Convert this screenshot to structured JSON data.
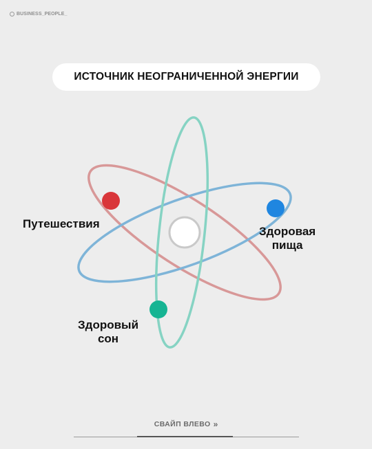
{
  "header": {
    "handle": "BUSINESS_PEOPLE_"
  },
  "title": "ИСТОЧНИК НЕОГРАНИЧЕННОЙ ЭНЕРГИИ",
  "labels": {
    "travel": "Путешествия",
    "food_line1": "Здоровая",
    "food_line2": "пища",
    "sleep_line1": "Здоровый",
    "sleep_line2": "сон"
  },
  "colors": {
    "red_orbit": "#d89898",
    "red_dot": "#d9363a",
    "blue_orbit": "#7eb4d8",
    "blue_dot": "#1f86e0",
    "green_orbit": "#86d3c3",
    "green_dot": "#16b493",
    "nucleus_ring": "#c9c9c9"
  },
  "footer": {
    "swipe_label": "СВАЙП ВЛЕВО",
    "swipe_icon": "double-chevron-right-icon",
    "progress": 0.45
  }
}
